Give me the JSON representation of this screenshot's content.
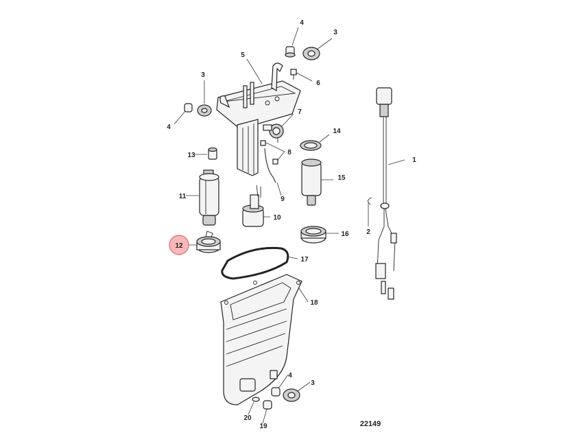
{
  "diagram": {
    "reference_number": "22149",
    "highlighted_callout": "12",
    "highlight_color": "#f7b8b8",
    "callouts": {
      "c1": "1",
      "c2": "2",
      "c3a": "3",
      "c3b": "3",
      "c3c": "3",
      "c4a": "4",
      "c4b": "4",
      "c4c": "4",
      "c5": "5",
      "c6": "6",
      "c7": "7",
      "c8": "8",
      "c9": "9",
      "c10": "10",
      "c11": "11",
      "c12": "12",
      "c13": "13",
      "c14": "14",
      "c15": "15",
      "c16": "16",
      "c17": "17",
      "c18": "18",
      "c19": "19",
      "c20": "20"
    }
  }
}
